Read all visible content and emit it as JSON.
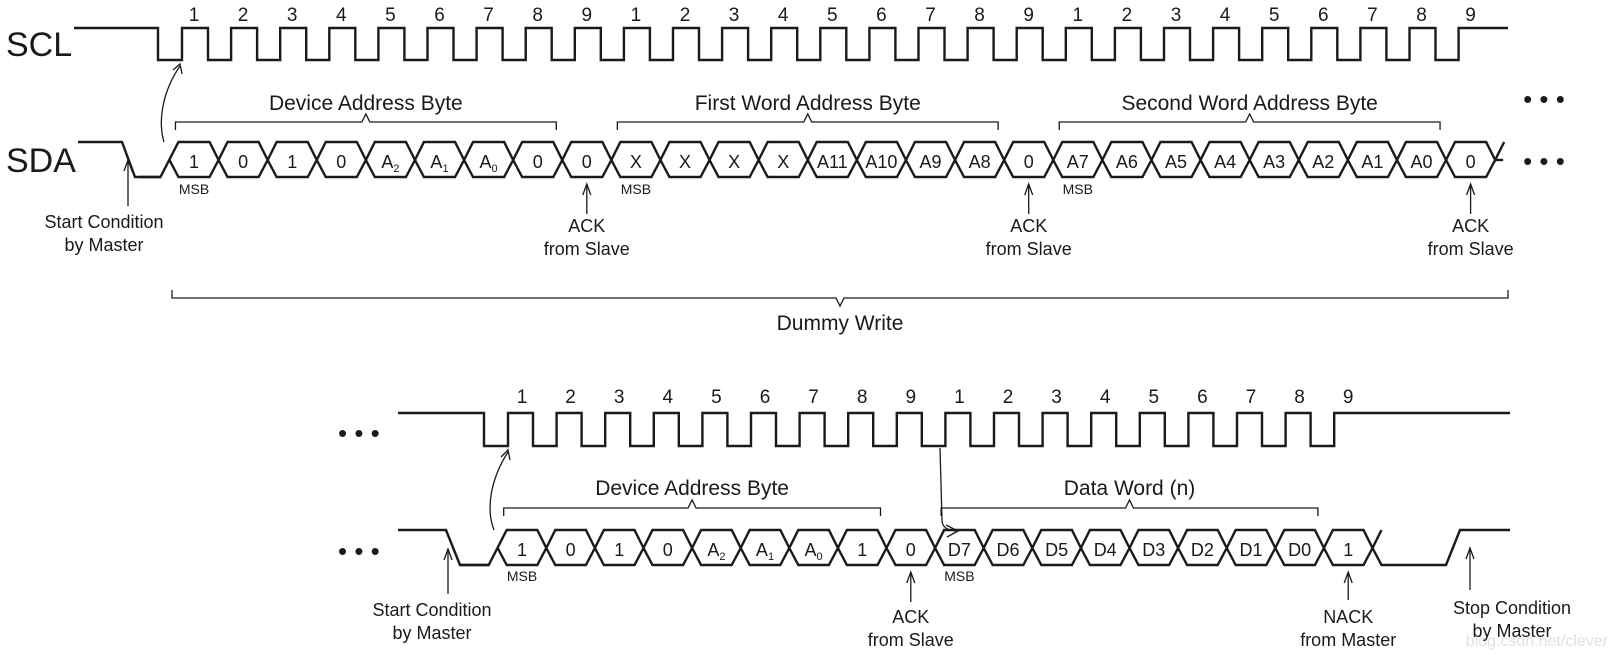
{
  "signals": {
    "scl": "SCL",
    "sda": "SDA"
  },
  "ellipsis": "• • •",
  "row1": {
    "clock_numbers": [
      "1",
      "2",
      "3",
      "4",
      "5",
      "6",
      "7",
      "8",
      "9",
      "1",
      "2",
      "3",
      "4",
      "5",
      "6",
      "7",
      "8",
      "9",
      "1",
      "2",
      "3",
      "4",
      "5",
      "6",
      "7",
      "8",
      "9"
    ],
    "bits": [
      {
        "main": "1",
        "sub": ""
      },
      {
        "main": "0",
        "sub": ""
      },
      {
        "main": "1",
        "sub": ""
      },
      {
        "main": "0",
        "sub": ""
      },
      {
        "main": "A",
        "sub": "2"
      },
      {
        "main": "A",
        "sub": "1"
      },
      {
        "main": "A",
        "sub": "0"
      },
      {
        "main": "0",
        "sub": ""
      },
      {
        "main": "0",
        "sub": ""
      },
      {
        "main": "X",
        "sub": ""
      },
      {
        "main": "X",
        "sub": ""
      },
      {
        "main": "X",
        "sub": ""
      },
      {
        "main": "X",
        "sub": ""
      },
      {
        "main": "A11",
        "sub": ""
      },
      {
        "main": "A10",
        "sub": ""
      },
      {
        "main": "A9",
        "sub": ""
      },
      {
        "main": "A8",
        "sub": ""
      },
      {
        "main": "0",
        "sub": ""
      },
      {
        "main": "A7",
        "sub": ""
      },
      {
        "main": "A6",
        "sub": ""
      },
      {
        "main": "A5",
        "sub": ""
      },
      {
        "main": "A4",
        "sub": ""
      },
      {
        "main": "A3",
        "sub": ""
      },
      {
        "main": "A2",
        "sub": ""
      },
      {
        "main": "A1",
        "sub": ""
      },
      {
        "main": "A0",
        "sub": ""
      },
      {
        "main": "0",
        "sub": ""
      }
    ],
    "group_labels": [
      "Device Address Byte",
      "First Word Address Byte",
      "Second Word Address Byte"
    ],
    "msb_label": "MSB",
    "start_condition": [
      "Start Condition",
      "by Master"
    ],
    "ack_labels": [
      [
        "ACK",
        "from Slave"
      ],
      [
        "ACK",
        "from Slave"
      ],
      [
        "ACK",
        "from Slave"
      ]
    ],
    "dummy_write": "Dummy Write"
  },
  "row2": {
    "clock_numbers": [
      "1",
      "2",
      "3",
      "4",
      "5",
      "6",
      "7",
      "8",
      "9",
      "1",
      "2",
      "3",
      "4",
      "5",
      "6",
      "7",
      "8",
      "9"
    ],
    "bits": [
      {
        "main": "1",
        "sub": ""
      },
      {
        "main": "0",
        "sub": ""
      },
      {
        "main": "1",
        "sub": ""
      },
      {
        "main": "0",
        "sub": ""
      },
      {
        "main": "A",
        "sub": "2"
      },
      {
        "main": "A",
        "sub": "1"
      },
      {
        "main": "A",
        "sub": "0"
      },
      {
        "main": "1",
        "sub": ""
      },
      {
        "main": "0",
        "sub": ""
      },
      {
        "main": "D7",
        "sub": ""
      },
      {
        "main": "D6",
        "sub": ""
      },
      {
        "main": "D5",
        "sub": ""
      },
      {
        "main": "D4",
        "sub": ""
      },
      {
        "main": "D3",
        "sub": ""
      },
      {
        "main": "D2",
        "sub": ""
      },
      {
        "main": "D1",
        "sub": ""
      },
      {
        "main": "D0",
        "sub": ""
      },
      {
        "main": "1",
        "sub": ""
      }
    ],
    "group_labels": [
      "Device Address Byte",
      "Data Word (n)"
    ],
    "msb_label": "MSB",
    "start_condition": [
      "Start Condition",
      "by Master"
    ],
    "ack_label": [
      "ACK",
      "from Slave"
    ],
    "nack_label": [
      "NACK",
      "from Master"
    ],
    "stop_condition": [
      "Stop Condition",
      "by Master"
    ]
  },
  "watermark": "blog.csdn.net/clever"
}
